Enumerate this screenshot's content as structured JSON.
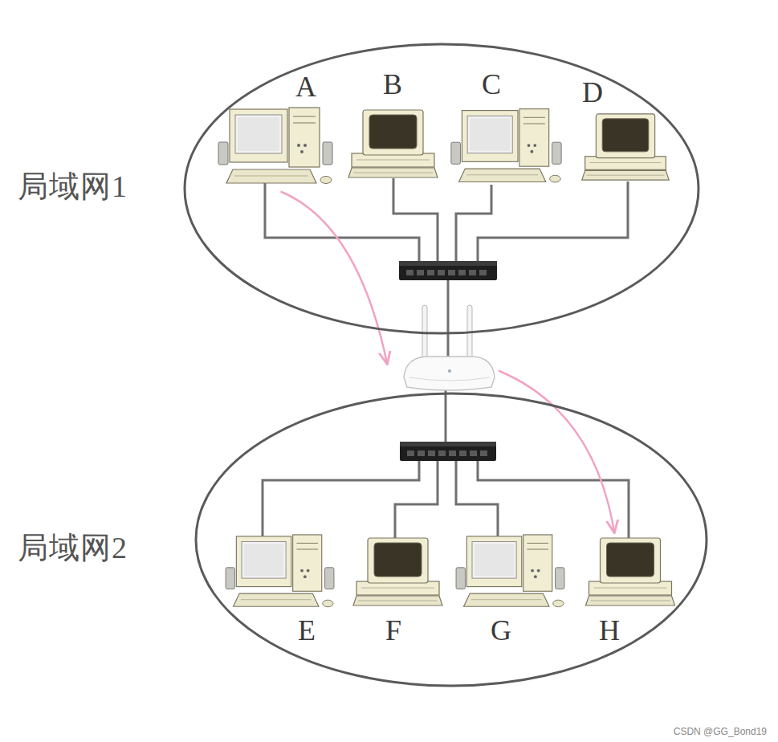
{
  "diagram": {
    "nodes": [
      {
        "text": [
          "局域网1"
        ]
      },
      {
        "text": [
          "A"
        ],
        "in": 0
      },
      {
        "text": [
          "B"
        ],
        "in": 0
      },
      {
        "text": [
          "C"
        ],
        "in": 0
      },
      {
        "text": [
          "D"
        ],
        "in": 0
      },
      {
        "text": [
          "局域网2"
        ]
      },
      {
        "text": [
          "E"
        ],
        "in": 5
      },
      {
        "text": [
          "F"
        ],
        "in": 5
      },
      {
        "text": [
          "G"
        ],
        "in": 5
      },
      {
        "text": [
          "H"
        ],
        "in": 5
      }
    ],
    "edges": [
      {
        "from": 1,
        "to": 9,
        "arrow": "to"
      }
    ],
    "labels": [
      "CSDN @GG_Bond19"
    ]
  }
}
